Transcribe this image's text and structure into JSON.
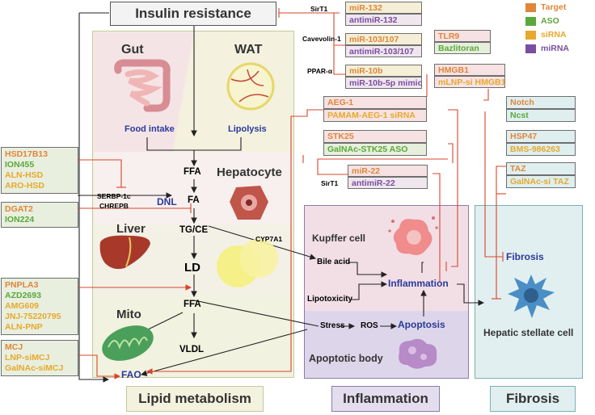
{
  "header": "Insulin resistance",
  "legend": [
    {
      "label": "Target",
      "color": "#e0863a"
    },
    {
      "label": "ASO",
      "color": "#5aa83a"
    },
    {
      "label": "siRNA",
      "color": "#e8a82c"
    },
    {
      "label": "miRNA",
      "color": "#7a4fa0"
    }
  ],
  "sections": {
    "lipid": "Lipid metabolism",
    "inflammation": "Inflammation",
    "fibrosis": "Fibrosis"
  },
  "organs": {
    "gut": "Gut",
    "wat": "WAT",
    "hepatocyte": "Hepatocyte",
    "liver": "Liver",
    "mito": "Mito",
    "kupffer": "Kupffer cell",
    "apoptotic_body": "Apoptotic body",
    "stellate": "Hepatic stellate cell"
  },
  "pathway": {
    "food_intake": "Food intake",
    "lipolysis": "Lipolysis",
    "ffa1": "FFA",
    "dnl": "DNL",
    "fa": "FA",
    "tgce": "TG/CE",
    "ld": "LD",
    "ffa2": "FFA",
    "vldl": "VLDL",
    "fao": "FAO",
    "srebp": "SERBP-1c",
    "chrepb": "CHREPB",
    "cyp7a1": "CYP7A1",
    "bile_acid": "Bile acid",
    "lipotoxicity": "Lipotoxicity",
    "inflammation": "Inflammation",
    "stress": "Stress",
    "ros": "ROS",
    "apoptosis": "Apoptosis",
    "fibrosis": "Fibrosis"
  },
  "regulators": {
    "sirt1_top": "SirT1",
    "cav1": "Cavevolin-1",
    "ppar": "PPAR-α",
    "sirt1_mid": "SirT1"
  },
  "top_boxes": [
    {
      "target": "miR-132",
      "drug": "antimiR-132"
    },
    {
      "target": "miR-103/107",
      "drug": "antimiR-103/107"
    },
    {
      "target": "miR-10b",
      "drug": "miR-10b-5p mimic"
    }
  ],
  "tlr9": {
    "target": "TLR9",
    "drug": "Bazlitoran"
  },
  "hmgb1": {
    "target": "HMGB1",
    "drug": "mLNP-si HMGB1"
  },
  "aeg1": {
    "target": "AEG-1",
    "drug": "PAMAM-AEG-1 siRNA"
  },
  "stk25": {
    "target": "STK25",
    "drug": "GalNAc-STK25 ASO"
  },
  "mir22": {
    "target": "miR-22",
    "drug": "antimiR-22"
  },
  "notch": {
    "target": "Notch",
    "drug": "Ncst"
  },
  "hsp47": {
    "target": "HSP47",
    "drug": "BMS-986263"
  },
  "taz": {
    "target": "TAZ",
    "drug": "GalNAc-si TAZ"
  },
  "hsd": {
    "target": "HSD17B13",
    "drugs": [
      "ION455",
      "ALN-HSD",
      "ARO-HSD"
    ]
  },
  "dgat2": {
    "target": "DGAT2",
    "drugs": [
      "ION224"
    ]
  },
  "pnpla3": {
    "target": "PNPLA3",
    "drugs": [
      "AZD2693",
      "AMG609",
      "JNJ-75220795",
      "ALN-PNP"
    ]
  },
  "mcj": {
    "target": "MCJ",
    "drugs": [
      "LNP-siMCJ",
      "GalNAc-siMCJ"
    ]
  }
}
